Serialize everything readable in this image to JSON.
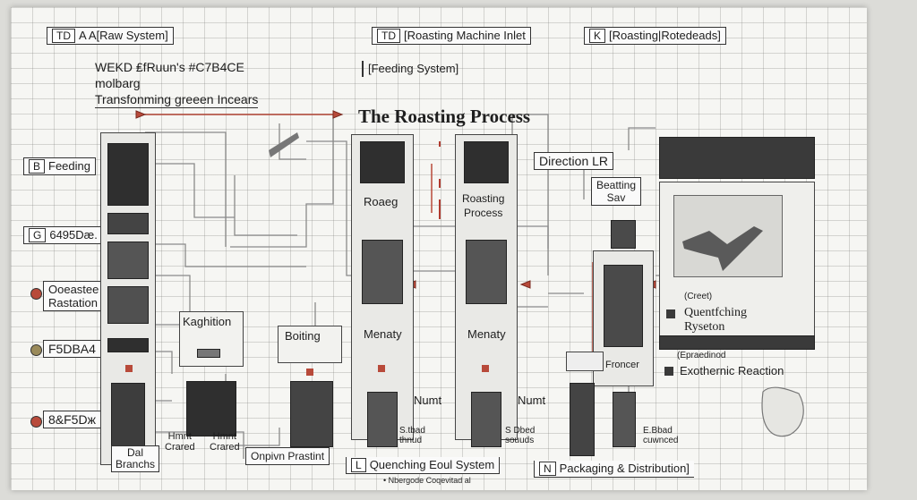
{
  "header": {
    "box1": {
      "tag": "TD",
      "text": "A A[Raw System]"
    },
    "box2": {
      "tag": "TD",
      "text": "[Roasting Machine Inlet"
    },
    "box3": {
      "tag": "K",
      "text": "[Roasting|Rotedeads]"
    }
  },
  "intro": {
    "line1": "WEKD ₤fRuun's #C7B4CE",
    "line2": "molbarg",
    "line3": "Transfonming greeen Incears"
  },
  "feeding_system": "[Feeding System]",
  "title": "The Roasting Process",
  "direction": "Direction LR",
  "left_labels": {
    "feeding": {
      "tag": "B",
      "text": "Feeding"
    },
    "code1": {
      "tag": "G",
      "text": "6495Dæ."
    },
    "rotation": "Ooeastee\nRastation",
    "code2": "F5DBA4",
    "code3": "8&F5Dж"
  },
  "stations": {
    "kaghition": "Kaghition",
    "boiting": "Boiting",
    "roaeg": "Roaeg",
    "roasting_process": "Roasting\nProcess",
    "menaty1": "Menaty",
    "menaty2": "Menaty",
    "numt1": "Numt",
    "numt2": "Numt",
    "beating": "Beatting\nSav",
    "froncer": "Froncer",
    "gland1": "S.tbad\nthnud",
    "gland2": "S Dbed\nsouuds",
    "gland3": "E.Bbad\ncuwnced",
    "hmt1": "Hmnt\nCrared",
    "hmt2": "Hmnt\nCrared",
    "dal": "Dal\nBranchs",
    "onpivn": "Onpivn Prastint"
  },
  "right_panel": {
    "creet": "(Creet)",
    "quenching": "Quentfching\nRyseton",
    "epad": "(Epraedinod",
    "exothermic": "Exothernic Reaction"
  },
  "footer": {
    "quenching": {
      "tag": "L",
      "text": "Quenching  Eoul System"
    },
    "small": "• Nbergode Coqevitad al",
    "packaging": {
      "tag": "N",
      "text": "Packaging & Distribution]"
    }
  }
}
